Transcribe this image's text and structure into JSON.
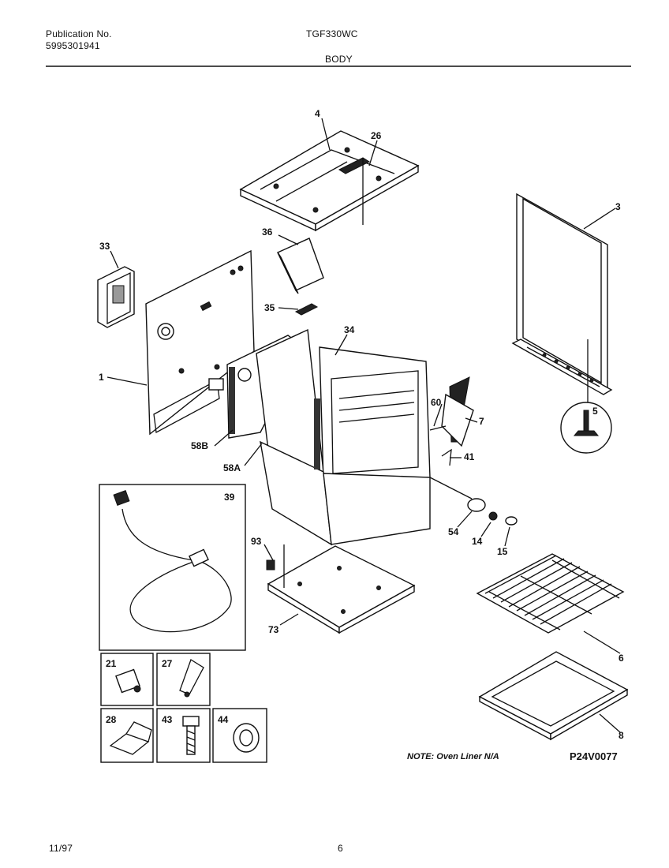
{
  "header": {
    "publication_label": "Publication No.",
    "publication_number": "5995301941",
    "model": "TGF330WC",
    "section": "BODY"
  },
  "parts": {
    "p1": "1",
    "p3": "3",
    "p4": "4",
    "p5": "5",
    "p6": "6",
    "p7": "7",
    "p8": "8",
    "p14": "14",
    "p15": "15",
    "p21": "21",
    "p26": "26",
    "p27": "27",
    "p28": "28",
    "p33": "33",
    "p34": "34",
    "p35": "35",
    "p36": "36",
    "p39": "39",
    "p41": "41",
    "p43": "43",
    "p44": "44",
    "p54": "54",
    "p58A": "58A",
    "p58B": "58B",
    "p60": "60",
    "p73": "73",
    "p93": "93"
  },
  "note": "NOTE: Oven Liner N/A",
  "diagram_code": "P24V0077",
  "footer": {
    "date": "11/97",
    "page": "6"
  }
}
